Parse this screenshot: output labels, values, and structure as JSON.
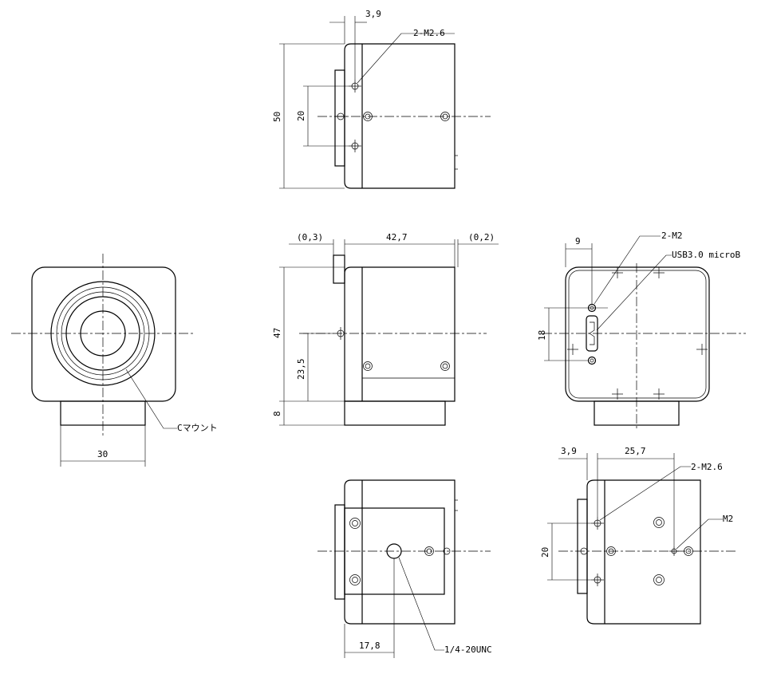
{
  "top_view": {
    "dim_width": "3,9",
    "dim_height": "50",
    "dim_holes": "20",
    "note_holes": "2-M2.6"
  },
  "front_view": {
    "dim_left": "(0,3)",
    "dim_width": "42,7",
    "dim_right": "(0,2)",
    "dim_height": "47",
    "dim_center": "23,5",
    "dim_foot": "8"
  },
  "lens_view": {
    "dim_width": "30",
    "note_mount": "Cマウント"
  },
  "rear_view": {
    "dim_offset": "9",
    "dim_height": "18",
    "note_holes": "2-M2",
    "note_usb": "USB3.0 microB"
  },
  "bottom_view": {
    "dim_offset": "17,8",
    "note_thread": "1/4-20UNC"
  },
  "side_view": {
    "dim_left": "3,9",
    "dim_width": "25,7",
    "dim_holes": "20",
    "note_holes": "2-M2.6",
    "note_hole": "M2"
  }
}
